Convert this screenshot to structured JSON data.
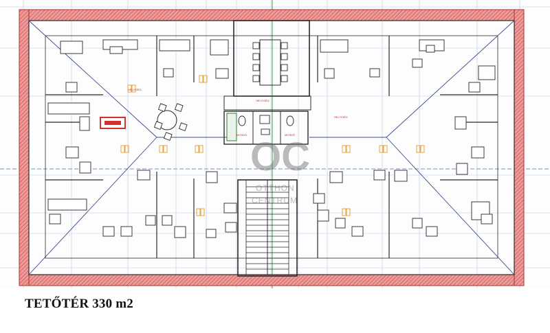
{
  "caption": "TETŐTÉR 330 m2",
  "watermark": {
    "monogram": "OC",
    "line1": "OTTHON",
    "line2": "CENTRUM"
  },
  "room_labels": [
    {
      "id": "label-left-top",
      "text": "HELYISÉG"
    },
    {
      "id": "label-center-top",
      "text": "HELYISÉG"
    },
    {
      "id": "label-right-top",
      "text": "HELYISÉG"
    },
    {
      "id": "label-wc-left",
      "text": "MOSDÓ"
    },
    {
      "id": "label-wc-right",
      "text": "MOSDÓ"
    }
  ],
  "colors": {
    "wall": "#e07a7a",
    "wall_hatch": "#c0392b",
    "line": "#2a2a2a",
    "grid_blue": "#9fb3d9",
    "grid_green": "#2e9e44",
    "furniture": "#555555",
    "accent_red": "#d32f2f",
    "door_orange": "#e8a33a"
  }
}
